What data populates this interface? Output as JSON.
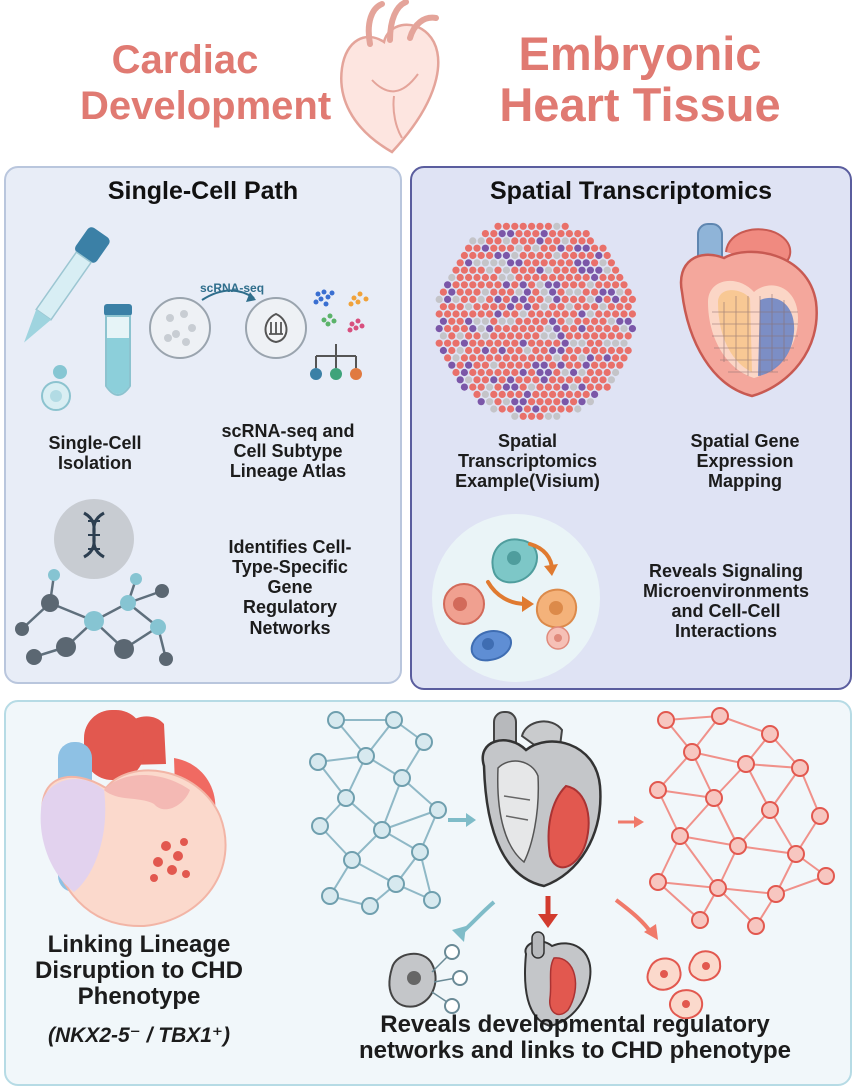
{
  "header": {
    "left_title_line1": "Cardiac",
    "left_title_line2": "Development",
    "right_title_line1": "Embryonic",
    "right_title_line2": "Heart Tissue"
  },
  "single_cell": {
    "title": "Single-Cell Path",
    "isolation_label": "Single-Cell\nIsolation",
    "scrna_arrow_label": "scRNA-seq",
    "atlas_label": "scRNA-seq and\nCell Subtype\nLineage Atlas",
    "grn_label": "Identifies Cell-\nType-Specific\nGene\nRegulatory\nNetworks"
  },
  "spatial": {
    "title": "Spatial Transcriptomics",
    "visium_label": "Spatial\nTranscriptomics\nExample(Visium)",
    "mapping_label": "Spatial Gene\nExpression\nMapping",
    "signaling_label": "Reveals Signaling\nMicroenvironments\nand Cell-Cell\nInteractions"
  },
  "bottom": {
    "linking_label": "Linking Lineage\nDisruption to CHD\nPhenotype",
    "genes_label": "(NKX2-5⁻ / TBX1⁺)",
    "reveals_label": "Reveals developmental regulatory\nnetworks and links to CHD phenotype"
  },
  "colors": {
    "salmon": "#e07a72",
    "panel_left_bg": "#e8edf7",
    "panel_right_bg": "#dfe3f4",
    "panel_bottom_bg": "#f1f7fa",
    "red": "#e2584f",
    "purple": "#7b57a8",
    "teal": "#7fbcc8"
  }
}
